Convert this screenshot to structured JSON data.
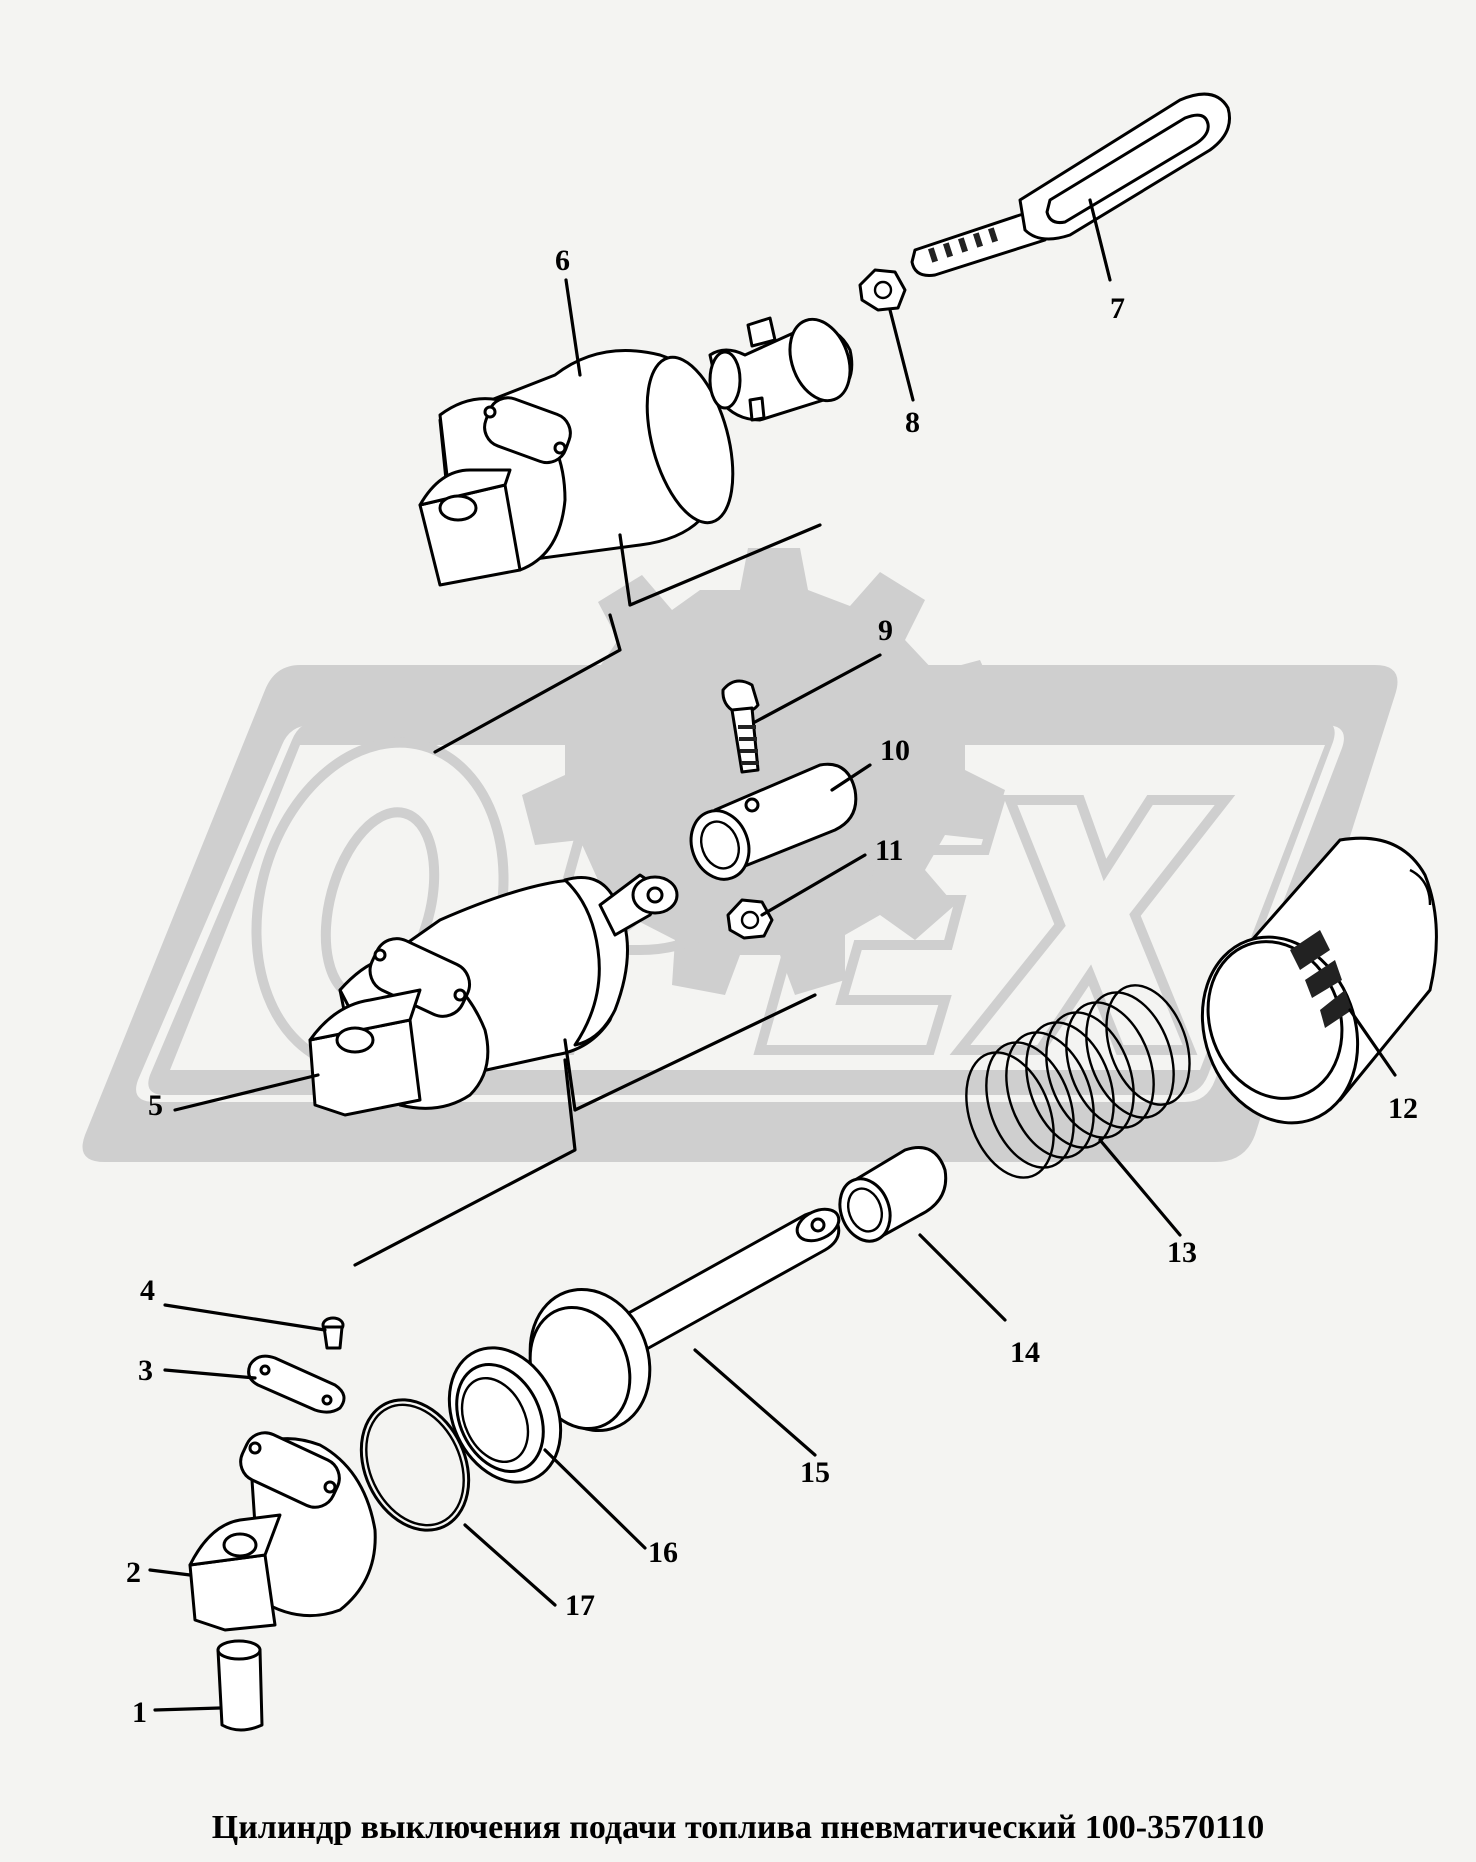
{
  "title": "Цилиндр выключения подачи топлива пневматический 100-3570110",
  "watermark": "OPEX",
  "colors": {
    "background": "#f4f4f2",
    "watermark": "#cfcfcf",
    "ink": "#000000"
  },
  "callouts": [
    "1",
    "2",
    "3",
    "4",
    "5",
    "6",
    "7",
    "8",
    "9",
    "10",
    "11",
    "12",
    "13",
    "14",
    "15",
    "16",
    "17"
  ]
}
